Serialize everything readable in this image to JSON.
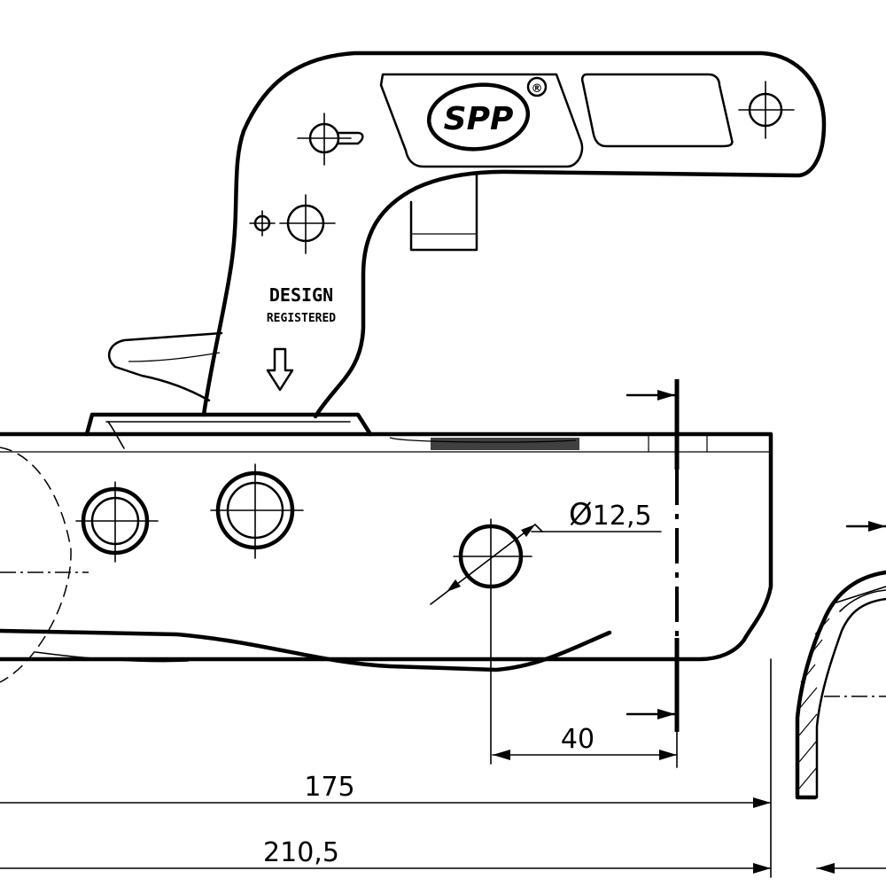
{
  "logo": {
    "text": "SPP",
    "registered_mark": "®"
  },
  "stamp": {
    "line1": "DESIGN",
    "line2": "REGISTERED"
  },
  "dimensions": {
    "hole_diameter": "12,5",
    "hole_offset": "40",
    "length_short": "175",
    "length_total": "210,5"
  }
}
